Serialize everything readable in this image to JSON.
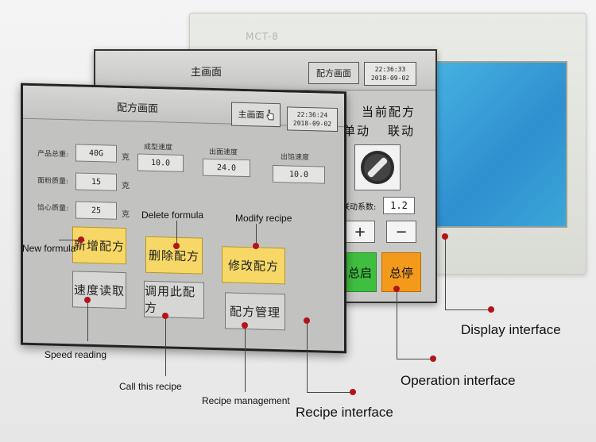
{
  "display_device": {
    "brand": "MCT-8",
    "accent": "#3aa6d8"
  },
  "operation_screen": {
    "title": "主画面",
    "recipe_button": "配方画面",
    "time": "22:36:33",
    "date": "2018-09-02",
    "current_recipe": "当前配方",
    "mode_single": "单动",
    "mode_linked": "联动",
    "coefficient_label": "联动系数:",
    "coefficient_value": "1.2",
    "plus": "+",
    "minus": "−",
    "start": "总启",
    "stop": "总停",
    "start_color": "#3fbf3f",
    "stop_color": "#f39a1a"
  },
  "recipe_screen": {
    "title": "配方画面",
    "main_button": "主画面",
    "time": "22:36:24",
    "date": "2018-09-02",
    "fields": {
      "total_weight_label": "产品总重:",
      "total_weight_value": "40G",
      "total_weight_unit": "克",
      "dough_weight_label": "面粉质量:",
      "dough_weight_value": "15",
      "dough_weight_unit": "克",
      "filling_weight_label": "馅心质量:",
      "filling_weight_value": "25",
      "filling_weight_unit": "克",
      "forming_speed_label": "成型速度",
      "forming_speed_value": "10.0",
      "dough_speed_label": "出面速度",
      "dough_speed_value": "24.0",
      "filling_speed_label": "出馅速度",
      "filling_speed_value": "10.0"
    },
    "buttons": {
      "new_formula": "新增配方",
      "delete_formula": "删除配方",
      "modify_recipe": "修改配方",
      "speed_reading": "速度读取",
      "call_recipe": "调用此配方",
      "recipe_management": "配方管理"
    }
  },
  "annotations": {
    "new_formula": "New formula",
    "delete_formula": "Delete formula",
    "modify_recipe": "Modify recipe",
    "speed_reading": "Speed reading",
    "call_recipe": "Call this recipe",
    "recipe_management": "Recipe management",
    "display_interface": "Display interface",
    "operation_interface": "Operation interface",
    "recipe_interface": "Recipe interface"
  }
}
